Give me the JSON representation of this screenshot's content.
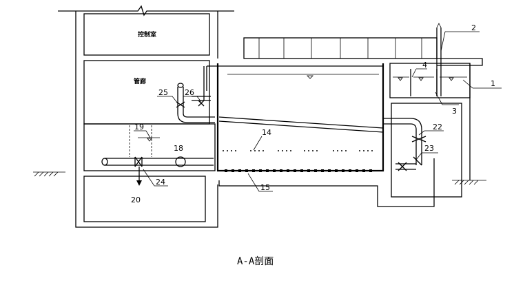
{
  "diagram": {
    "rooms": {
      "control_room": "控制室",
      "gallery": "管廊"
    },
    "labels": {
      "n1": "1",
      "n2": "2",
      "n3": "3",
      "n4": "4",
      "n14": "14",
      "n15": "15",
      "n18": "18",
      "n19": "19",
      "n20": "20",
      "n22": "22",
      "n23": "23",
      "n24": "24",
      "n25": "25",
      "n26": "26"
    },
    "caption": "A-A剖面"
  }
}
